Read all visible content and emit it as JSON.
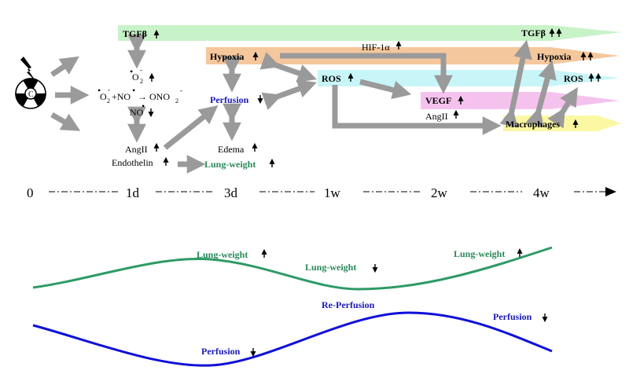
{
  "band_labels": {
    "tgfb_left": "TGFβ",
    "tgfb_right": "TGFβ",
    "hypoxia_left": "Hypoxia",
    "hypoxia_right": "Hypoxia",
    "hif": "HIF-1α",
    "ros_left": "ROS",
    "ros_right": "ROS",
    "vegf": "VEGF",
    "angii_mid": "AngII",
    "macrophages": "Macrophages"
  },
  "left_labels": {
    "superoxide": "O",
    "reaction_o2": "O",
    "reaction_no": "+NO",
    "reaction_arrow": "→",
    "reaction_product": "ONO",
    "no": "NO",
    "angii": "AngII",
    "endothelin": "Endothelin",
    "perfusion": "Perfusion",
    "edema": "Edema",
    "lung_weight": "Lung-weight"
  },
  "timeline": [
    "0",
    "1d",
    "3d",
    "1w",
    "2w",
    "4w"
  ],
  "curve_labels": {
    "lw_1": "Lung-weight",
    "lw_2": "Lung-weight",
    "lw_3": "Lung-weight",
    "perf_1": "Perfusion",
    "reperfusion": "Re-Perfusion",
    "perf_2": "Perfusion"
  },
  "colors": {
    "tgfb_band": "#c8f2c8",
    "hypoxia_band": "#f5c79c",
    "ros_band": "#c8f6f8",
    "vegf_band": "#f5c2ee",
    "macrophage_band": "#fbf7a2",
    "grey_arrow": "#9a9a9a",
    "green_text": "#2a8a5a",
    "blue_text": "#1a1ab4",
    "green_curve": "#2e9a66",
    "blue_curve": "#1010d8"
  },
  "icons": {
    "radiation": "radiation-icon",
    "lightning": "lightning-icon",
    "up": "up-arrow-icon",
    "down": "down-arrow-icon"
  }
}
